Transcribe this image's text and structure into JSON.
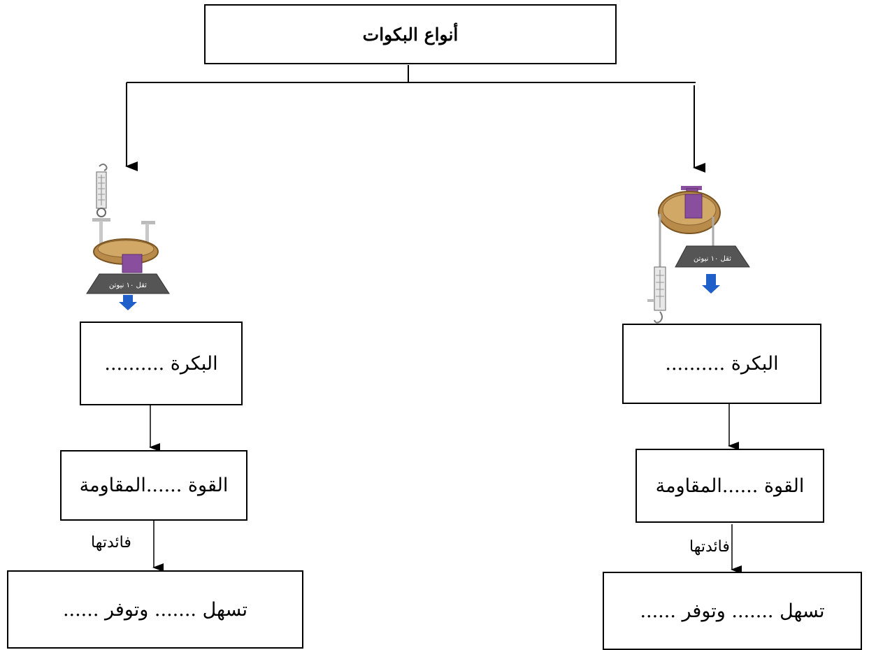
{
  "title": "أنواع البكوات",
  "left": {
    "type_box": "البكرة ..........",
    "relation_box": "القوة ......المقاومة",
    "benefit_label": "فائدتها",
    "benefit_box": "تسهل ....... وتوفر ......",
    "weight_label": "ثقل ١٠ نيوتن"
  },
  "right": {
    "type_box": "البكرة ..........",
    "relation_box": "القوة ......المقاومة",
    "benefit_label": "فائدتها",
    "benefit_box": "تسهل ....... وتوفر ......",
    "weight_label": "ثقل ١٠ نيوتن"
  }
}
